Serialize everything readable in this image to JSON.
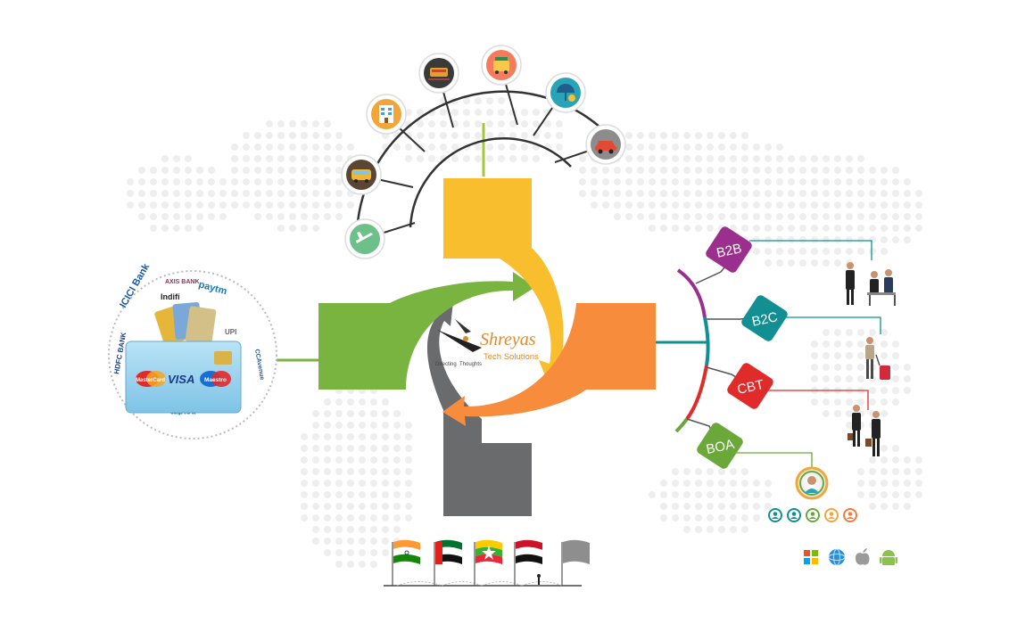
{
  "logo": {
    "brand": "Shreyas",
    "tagline": "Tech Solutions",
    "motto_left": "Directing",
    "motto_right": "Thoughts"
  },
  "segments": [
    {
      "id": "b2b",
      "label": "B2B",
      "color": "#9b2f8e"
    },
    {
      "id": "b2c",
      "label": "B2C",
      "color": "#128f93"
    },
    {
      "id": "cbt",
      "label": "CBT",
      "color": "#e12a2a"
    },
    {
      "id": "boa",
      "label": "BOA",
      "color": "#6aa83a"
    }
  ],
  "payment": {
    "card_brands": [
      "MasterCard",
      "VISA",
      "Maestro"
    ],
    "bank_labels": [
      "ICICI Bank",
      "AXIS BANK",
      "paytm",
      "Indifi",
      "HDFC BANK",
      "UPI",
      "CCAvenue",
      "paytm"
    ]
  },
  "services": [
    {
      "name": "flight-icon",
      "color": "#6ec08a"
    },
    {
      "name": "bus-icon",
      "color": "#5b4636"
    },
    {
      "name": "hotel-icon",
      "color": "#f2a63a"
    },
    {
      "name": "train-icon",
      "color": "#3a3a3a"
    },
    {
      "name": "holiday-icon",
      "color": "#f47b5c"
    },
    {
      "name": "insurance-icon",
      "color": "#2aa3b7"
    },
    {
      "name": "car-icon",
      "color": "#8c8c8c"
    }
  ],
  "flags": [
    "india-flag",
    "uae-flag",
    "myanmar-flag",
    "yemen-flag",
    "grey-flag"
  ],
  "platforms": [
    "windows-icon",
    "web-icon",
    "apple-icon",
    "android-icon"
  ],
  "colors": {
    "yellow": "#f9be2e",
    "green": "#7ab440",
    "orange": "#f88c3d",
    "grey": "#6a6b6d",
    "teal": "#128f93",
    "dots": "#eeeeee"
  }
}
